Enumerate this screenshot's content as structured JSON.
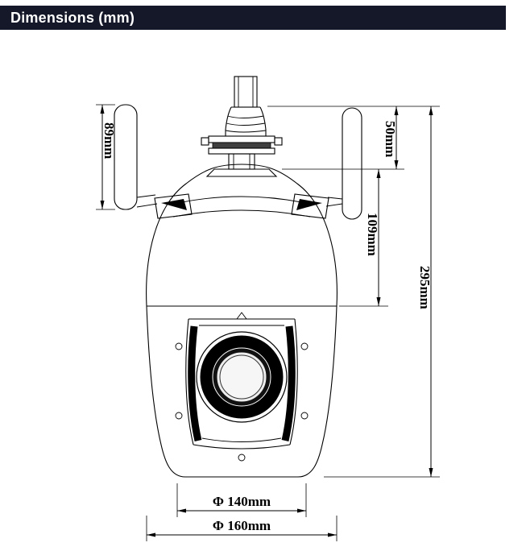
{
  "header": {
    "title": "Dimensions (mm)"
  },
  "colors": {
    "header_bg": "#141829",
    "header_text": "#ffffff",
    "line": "#000000"
  },
  "dimensions": {
    "antenna_height": "89mm",
    "top_section_height": "50mm",
    "dome_height": "109mm",
    "total_height": "295mm",
    "front_diameter": "Φ 140mm",
    "base_diameter": "Φ 160mm"
  }
}
